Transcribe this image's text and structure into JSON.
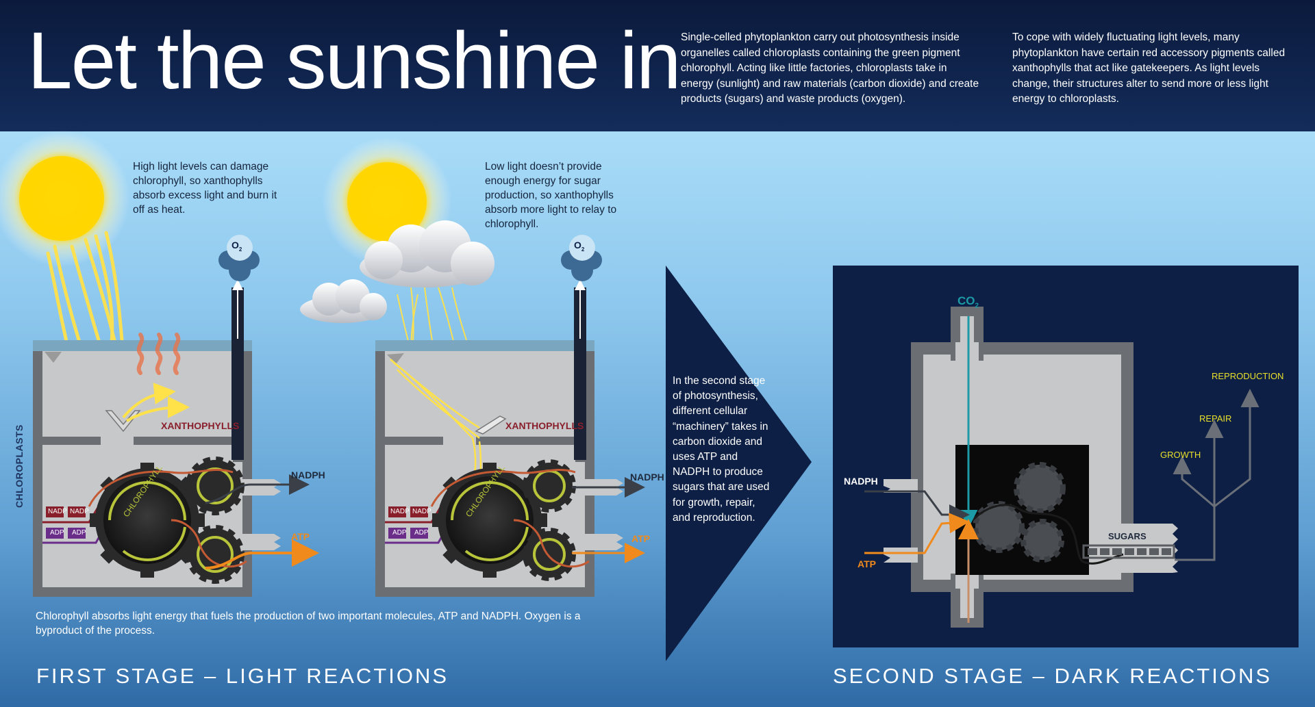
{
  "title": "Let the sunshine in",
  "intro_left": "Single-celled phytoplankton carry out photosynthesis inside organelles called chloroplasts containing the green pigment chlorophyll. Acting like little factories, chloroplasts take in energy (sunlight) and raw materials (carbon dioxide) and create products (sugars) and waste products (oxygen).",
  "intro_right": "To cope with widely fluctuating light levels, many phytoplankton have certain red accessory pigments called xanthophylls that act like gatekeepers. As light levels change, their structures alter to send more or less light energy to chloroplasts.",
  "high_light_caption": "High light levels can damage chlorophyll, so xanthophylls absorb excess light and burn it off as heat.",
  "low_light_caption": "Low light doesn’t provide enough energy for sugar production, so xanthophylls absorb more light to relay to chlorophyll.",
  "first_stage_caption": "Chlorophyll absorbs light energy that fuels the production of two important molecules, ATP and NADPH. Oxygen is a byproduct of the process.",
  "second_stage_caption": "In the second stage of photosynthesis, different cellular “machinery” takes in carbon dioxide and uses ATP and NADPH to produce sugars that are used for growth, repair, and reproduction.",
  "first_stage_label": "FIRST STAGE – LIGHT REACTIONS",
  "second_stage_label": "SECOND STAGE – DARK REACTIONS",
  "labels": {
    "chloroplasts": "CHLOROPLASTS",
    "xanthophylls": "XANTHOPHYLLS",
    "chlorophyll": "CHLOROPHYLL",
    "nadph": "NADPH",
    "atp": "ATP",
    "nadp": "NADP",
    "adp": "ADP",
    "oxygen": "O",
    "oxygen_sub": "2",
    "co2": "CO",
    "co2_sub": "2",
    "sugars": "SUGARS",
    "growth": "GROWTH",
    "repair": "REPAIR",
    "reproduction": "REPRODUCTION"
  },
  "colors": {
    "header_bg": "#0b1a3c",
    "dark_panel": "#0d1f45",
    "sun_yellow": "#ffd600",
    "nadph_red": "#8a1f2c",
    "adp_purple": "#6a2e8a",
    "atp_orange": "#f08a1c",
    "co2_teal": "#1c9aa6",
    "output_yellow": "#e8e02a"
  }
}
